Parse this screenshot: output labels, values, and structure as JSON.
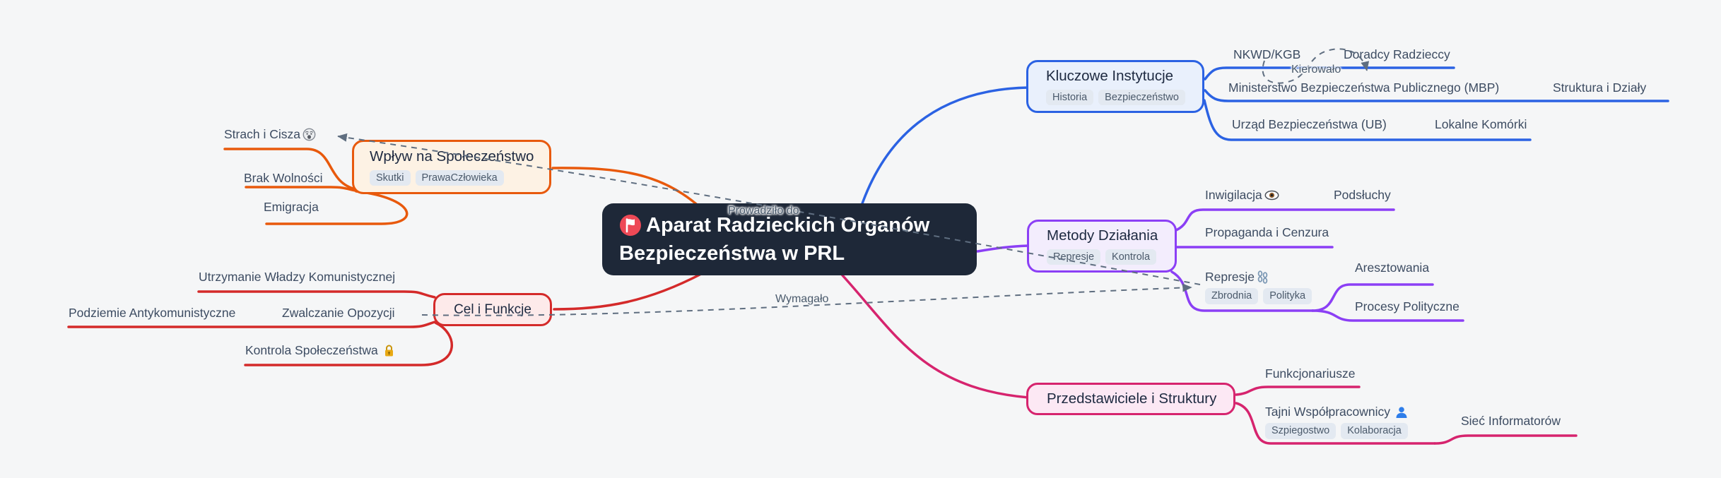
{
  "root": {
    "title_line1": "Aparat Radzieckich Organów",
    "title_line2": "Bezpieczeństwa w PRL",
    "icon": "flag-icon"
  },
  "edge_labels": {
    "prowadzilo": "Prowadziło do",
    "wymagalo": "Wymagało",
    "kierowalo": "Kierowało"
  },
  "colors": {
    "background": "#f5f6f7",
    "root_bg": "#1e2838",
    "blue": "#2b62e3",
    "orange": "#e8590c",
    "red": "#d42a2a",
    "purple": "#8b3ff5",
    "pink": "#d6246e",
    "leaf_text": "#3d4c62",
    "tag_bg": "#e3e9f1",
    "dashed_edge": "#5f6e80"
  },
  "kluczowe": {
    "title": "Kluczowe Instytucje",
    "tags": [
      "Historia",
      "Bezpieczeństwo"
    ],
    "nkwd": "NKWD/KGB",
    "doradcy": "Doradcy Radzieccy",
    "mbp": "Ministerstwo Bezpieczeństwa Publicznego (MBP)",
    "struktura": "Struktura i Działy",
    "ub": "Urząd Bezpieczeństwa (UB)",
    "lokalne": "Lokalne Komórki"
  },
  "wplyw": {
    "title": "Wpływ na Społeczeństwo",
    "tags": [
      "Skutki",
      "PrawaCzłowieka"
    ],
    "strach": "Strach i Cisza",
    "strach_icon": "fearful-face-icon",
    "brak": "Brak Wolności",
    "emigracja": "Emigracja"
  },
  "cel": {
    "title": "Cel i Funkcje",
    "utrzymanie": "Utrzymanie Władzy Komunistycznej",
    "zwalczanie": "Zwalczanie Opozycji",
    "podziemie": "Podziemie Antykomunistyczne",
    "kontrola": "Kontrola Społeczeństwa",
    "kontrola_icon": "lock-icon"
  },
  "metody": {
    "title": "Metody Działania",
    "tags": [
      "Represje",
      "Kontrola"
    ],
    "inwigilacja": "Inwigilacja",
    "inwigilacja_icon": "eye-icon",
    "podsluchy": "Podsłuchy",
    "propaganda": "Propaganda i Cenzura",
    "represje": "Represje",
    "represje_icon": "chains-icon",
    "represje_tags": [
      "Zbrodnia",
      "Polityka"
    ],
    "aresztowania": "Aresztowania",
    "procesy": "Procesy Polityczne"
  },
  "przedstawiciele": {
    "title": "Przedstawiciele i Struktury",
    "funkcjonariusze": "Funkcjonariusze",
    "tajni": "Tajni Współpracownicy",
    "tajni_icon": "bust-icon",
    "tajni_tags": [
      "Szpiegostwo",
      "Kolaboracja"
    ],
    "siec": "Sieć Informatorów"
  }
}
